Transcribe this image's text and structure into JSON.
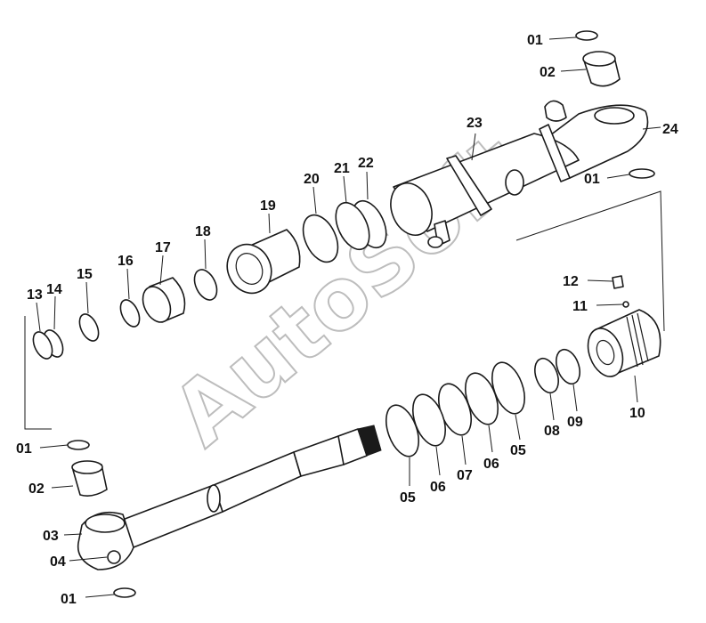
{
  "watermark": "AutoSoft",
  "labels": [
    {
      "id": "01a",
      "text": "01"
    },
    {
      "id": "02a",
      "text": "02"
    },
    {
      "id": "24",
      "text": "24"
    },
    {
      "id": "23",
      "text": "23"
    },
    {
      "id": "01b",
      "text": "01"
    },
    {
      "id": "22",
      "text": "22"
    },
    {
      "id": "21",
      "text": "21"
    },
    {
      "id": "20",
      "text": "20"
    },
    {
      "id": "19",
      "text": "19"
    },
    {
      "id": "18",
      "text": "18"
    },
    {
      "id": "17",
      "text": "17"
    },
    {
      "id": "16",
      "text": "16"
    },
    {
      "id": "15",
      "text": "15"
    },
    {
      "id": "14",
      "text": "14"
    },
    {
      "id": "13",
      "text": "13"
    },
    {
      "id": "12",
      "text": "12"
    },
    {
      "id": "11",
      "text": "11"
    },
    {
      "id": "10",
      "text": "10"
    },
    {
      "id": "09",
      "text": "09"
    },
    {
      "id": "08",
      "text": "08"
    },
    {
      "id": "05a",
      "text": "05"
    },
    {
      "id": "06a",
      "text": "06"
    },
    {
      "id": "07",
      "text": "07"
    },
    {
      "id": "06b",
      "text": "06"
    },
    {
      "id": "05b",
      "text": "05"
    },
    {
      "id": "01c",
      "text": "01"
    },
    {
      "id": "02b",
      "text": "02"
    },
    {
      "id": "03",
      "text": "03"
    },
    {
      "id": "04",
      "text": "04"
    },
    {
      "id": "01d",
      "text": "01"
    }
  ]
}
